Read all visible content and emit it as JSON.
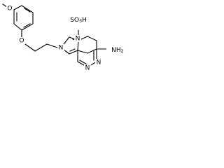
{
  "molecule": {
    "methoxy_label": "O",
    "methyl_label": "",
    "ether_oxygen_label": "O",
    "sulfo_group_label": "SO",
    "sulfo_subscript": "3",
    "sulfo_suffix": "H",
    "amino_group_label": "NH",
    "amino_subscript": "2",
    "n7_label": "N",
    "n9_label": "N",
    "n1_label": "N",
    "n3_label": "N"
  }
}
